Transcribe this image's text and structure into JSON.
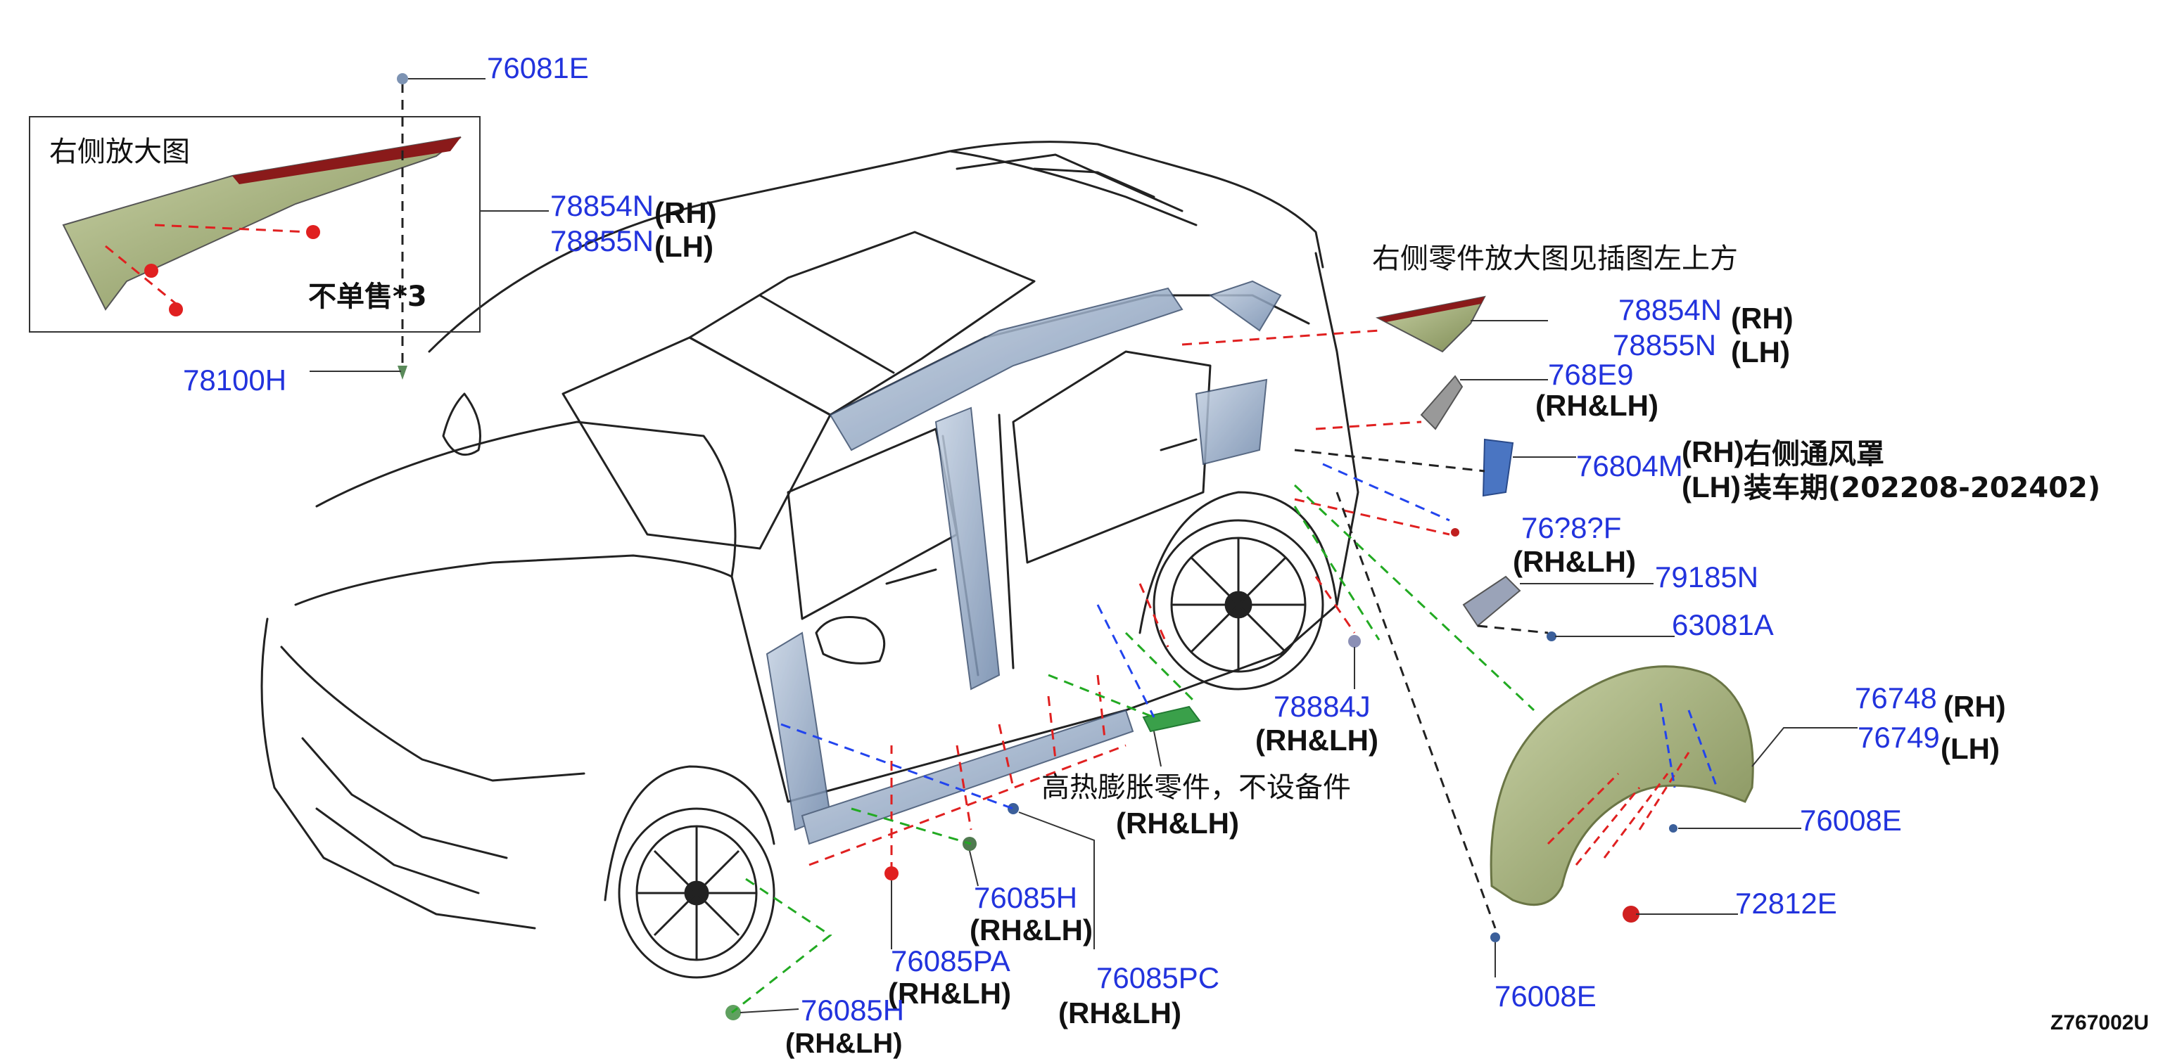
{
  "diagram_code": "Z767002U",
  "inset": {
    "title": "右侧放大图",
    "note": "不单售*3"
  },
  "callouts": {
    "top_fastener": "76081E",
    "inset_pn_rh": "78854N",
    "inset_pn_lh": "78855N",
    "inset_suffix_rh": "(RH)",
    "inset_suffix_lh": "(LH)",
    "bottom_fastener": "78100H",
    "right_side_note": "右侧零件放大图见插图左上方",
    "garnish_pn_rh": "78854N",
    "garnish_pn_lh": "78855N",
    "garnish_suffix_rh": "(RH)",
    "garnish_suffix_lh": "(LH)",
    "seal_pn": "768E9",
    "seal_side": "(RH&LH)",
    "vent_pn": "76804M",
    "vent_rh": "(RH)",
    "vent_lh": "(LH)",
    "vent_desc": "右侧通风罩",
    "vent_period": "装车期(202208-202402)",
    "partial_pn": "76?8?F",
    "partial_side": "(RH&LH)",
    "mudguard_pn": "79185N",
    "screw_pn": "63081A",
    "clip_pn": "78884J",
    "clip_side": "(RH&LH)",
    "wheelhouse_pn_rh": "76748",
    "wheelhouse_pn_lh": "76749",
    "wheelhouse_suffix_rh": "(RH)",
    "wheelhouse_suffix_lh": "(LH)",
    "clip_upper": "76008E",
    "grommet": "72812E",
    "clip_lower": "76008E",
    "foam_note": "高热膨胀零件，不设备件",
    "foam_side": "(RH&LH)",
    "plug_h": "76085H",
    "plug_h_side": "(RH&LH)",
    "plug_pa": "76085PA",
    "plug_pa_side": "(RH&LH)",
    "plug_pc": "76085PC",
    "plug_pc_side": "(RH&LH)",
    "plug_h2": "76085H",
    "plug_h2_side": "(RH&LH)"
  },
  "colors": {
    "part_number": "#2233dd",
    "red_leader": "#e02020",
    "green_leader": "#22aa22",
    "blue_leader": "#2244ee",
    "body_panel": "#7f97b8",
    "trim": "#a3b076",
    "garnish": "#8a1a1a"
  }
}
